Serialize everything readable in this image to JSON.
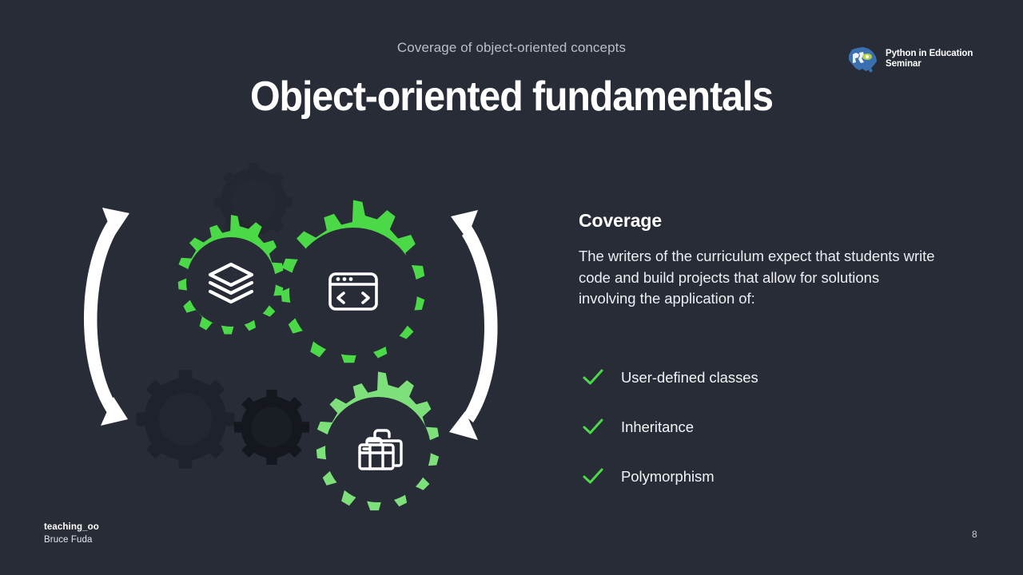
{
  "slide": {
    "background_color": "#272c36",
    "eyebrow": "Coverage of object-oriented concepts",
    "title": "Object-oriented fundamentals",
    "page_number": "8"
  },
  "logo": {
    "icon": "australia-python-logo-icon",
    "text": "Python in Education\nSeminar",
    "map_color": "#3a6fb0",
    "accent_color": "#b2d34a"
  },
  "graphic": {
    "name": "interlocking-gears-illustration",
    "accent_green": "#4cd948",
    "light_green": "#7ee07a",
    "dark_gear": "#22262f",
    "darker_gear": "#15181f",
    "arrow_color": "#ffffff",
    "gears": [
      {
        "name": "gear-layers",
        "icon": "layers-stack-icon",
        "color": "#4cd948"
      },
      {
        "name": "gear-code-window",
        "icon": "code-browser-window-icon",
        "color": "#4cd948"
      },
      {
        "name": "gear-portfolio",
        "icon": "briefcase-portfolio-icon",
        "color": "#7ee07a"
      }
    ],
    "arrows": [
      {
        "name": "rotation-arrow-left",
        "direction": "double-headed-arc"
      },
      {
        "name": "rotation-arrow-right",
        "direction": "double-headed-arc"
      }
    ]
  },
  "coverage": {
    "heading": "Coverage",
    "body": "The writers of the curriculum expect that students write code and build projects that allow for solutions involving the application of:",
    "items": [
      {
        "icon": "check-icon",
        "label": "User-defined classes"
      },
      {
        "icon": "check-icon",
        "label": "Inheritance"
      },
      {
        "icon": "check-icon",
        "label": "Polymorphism"
      }
    ],
    "check_color": "#4cd948"
  },
  "footer": {
    "title": "teaching_oo",
    "author": "Bruce Fuda"
  }
}
